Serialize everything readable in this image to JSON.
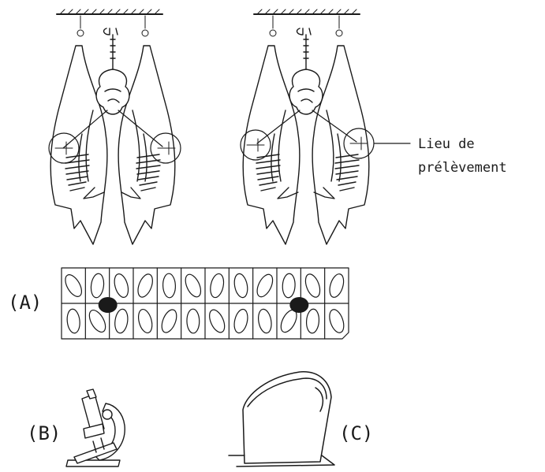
{
  "labels": {
    "site_line1": "Lieu de",
    "site_line2": "prélèvement",
    "a": "(A)",
    "b": "(B)",
    "c": "(C)"
  },
  "icons": {
    "ceiling_rail": "hatched-ceiling-rail-icon",
    "hook": "meat-hook-icon",
    "carcass_half": "pig-carcass-half-icon",
    "viscera": "viscera-icon",
    "sample_circle": "sampling-site-circle-icon",
    "tray": "sample-tray-icon",
    "microscope": "microscope-icon",
    "meat_block": "meat-block-icon"
  },
  "tray": {
    "rows": 2,
    "columns": 12,
    "marked_cells": [
      {
        "row": 2,
        "column": 3
      },
      {
        "row": 2,
        "column": 11
      }
    ]
  },
  "colors": {
    "ink": "#1a1a1a",
    "background": "#ffffff"
  }
}
